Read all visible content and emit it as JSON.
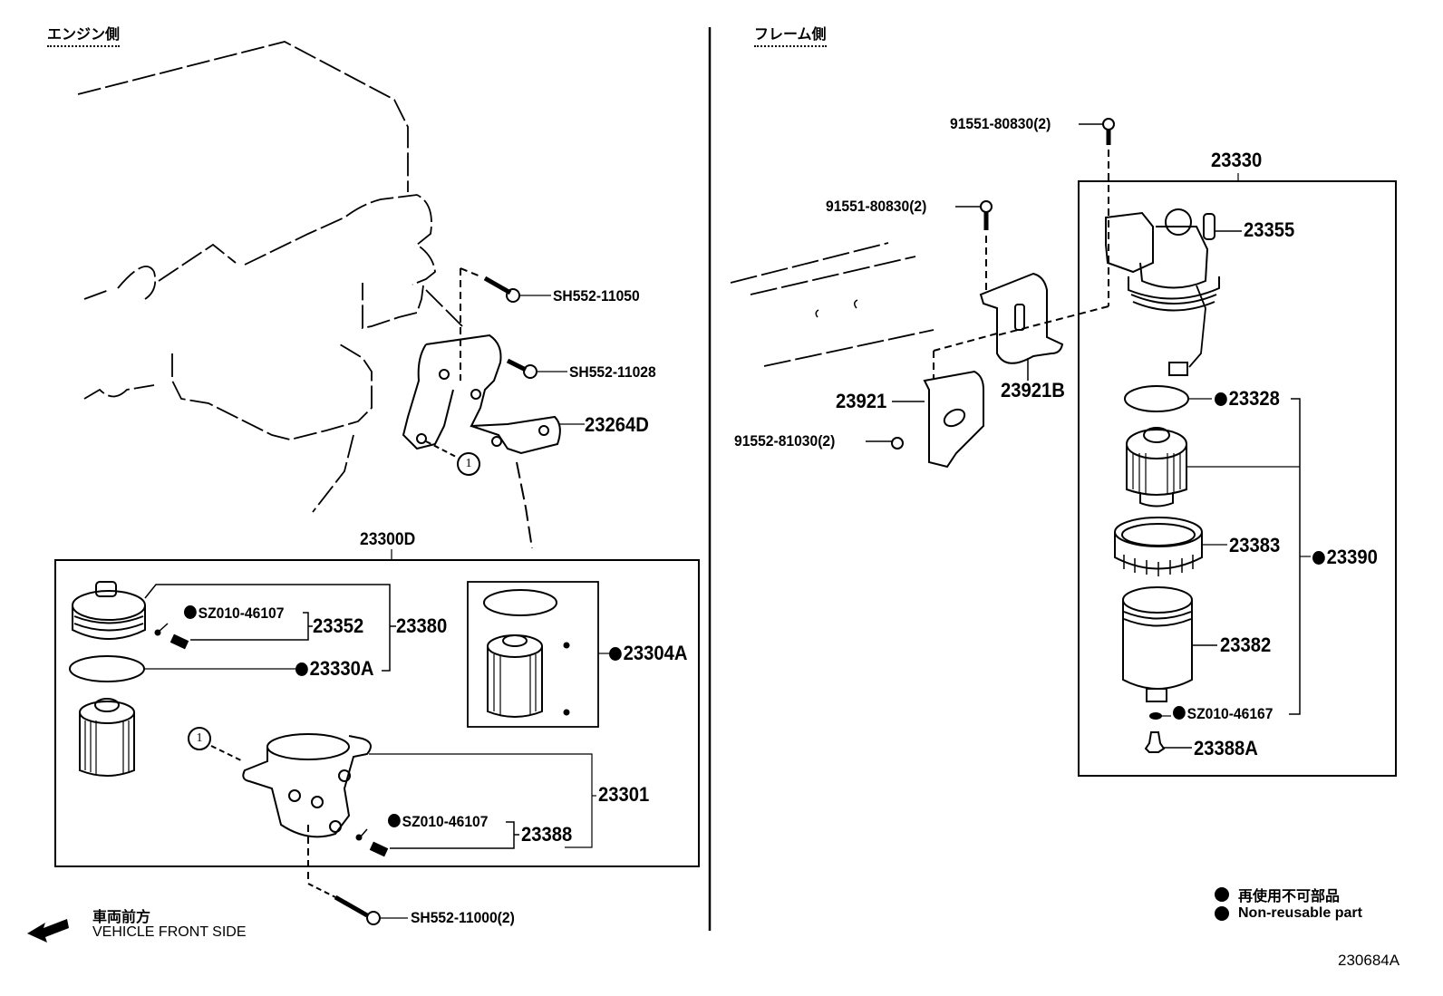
{
  "headers": {
    "engine_side": "エンジン側",
    "frame_side": "フレーム側"
  },
  "engine_side_parts": {
    "bolt_upper": "SH552-11050",
    "bolt_middle": "SH552-11028",
    "bracket": "23264D",
    "bolt_lower": "SH552-11000(2)",
    "ref_marker": "1"
  },
  "filter_assembly_23300D": {
    "assembly": "23300D",
    "cap": "23380",
    "drain_plug_set": "23352",
    "drain_plug_gasket": "SZ010-46107",
    "o_ring": "23330A",
    "element_kit": "23304A",
    "housing": "23301",
    "housing_plug_set": "23388",
    "housing_plug_gasket": "SZ010-46107"
  },
  "frame_side_parts": {
    "bolt_top": "91551-80830(2)",
    "bolt_second": "91551-80830(2)",
    "bolt_lower": "91552-81030(2)",
    "bracket_a": "23921",
    "bracket_b": "23921B"
  },
  "separator_assembly_23330": {
    "assembly": "23330",
    "head": "23355",
    "o_ring": "23328",
    "element_kit": "23390",
    "ring_nut": "23383",
    "bowl": "23382",
    "drain_gasket": "SZ010-46167",
    "drain_plug": "23388A"
  },
  "direction": {
    "jp": "車両前方",
    "en": "VEHICLE FRONT SIDE"
  },
  "legend": {
    "jp": "再使用不可部品",
    "en": "Non-reusable part"
  },
  "figure_id": "230684A"
}
